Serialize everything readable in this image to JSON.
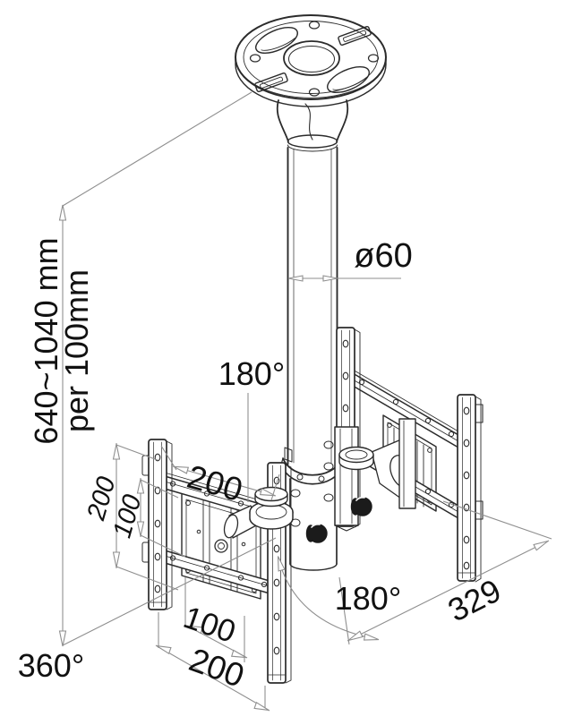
{
  "figure": {
    "description": "Line drawing of a ceiling mount with round ceiling plate, ø60 pole and two swivelling VESA display brackets, annotated with dimensions"
  },
  "labels": {
    "height_range": "640~1040 mm",
    "height_step": "per 100mm",
    "pole_diameter": "ø60",
    "arm_swivel_top": "180°",
    "arm_swivel_bottom": "180°",
    "pole_rotation": "360°",
    "bracket_depth": "329",
    "vesa": {
      "width_top": "200",
      "height_outer": "200",
      "height_inner": "100",
      "width_inner_bottom": "100",
      "width_outer_bottom": "200"
    }
  },
  "colors": {
    "artwork_line": "#2b2b2b",
    "dimension_line": "#8f8f8f",
    "label_text": "#111111",
    "background": "#ffffff",
    "knob_fill": "#1b1b1b"
  }
}
